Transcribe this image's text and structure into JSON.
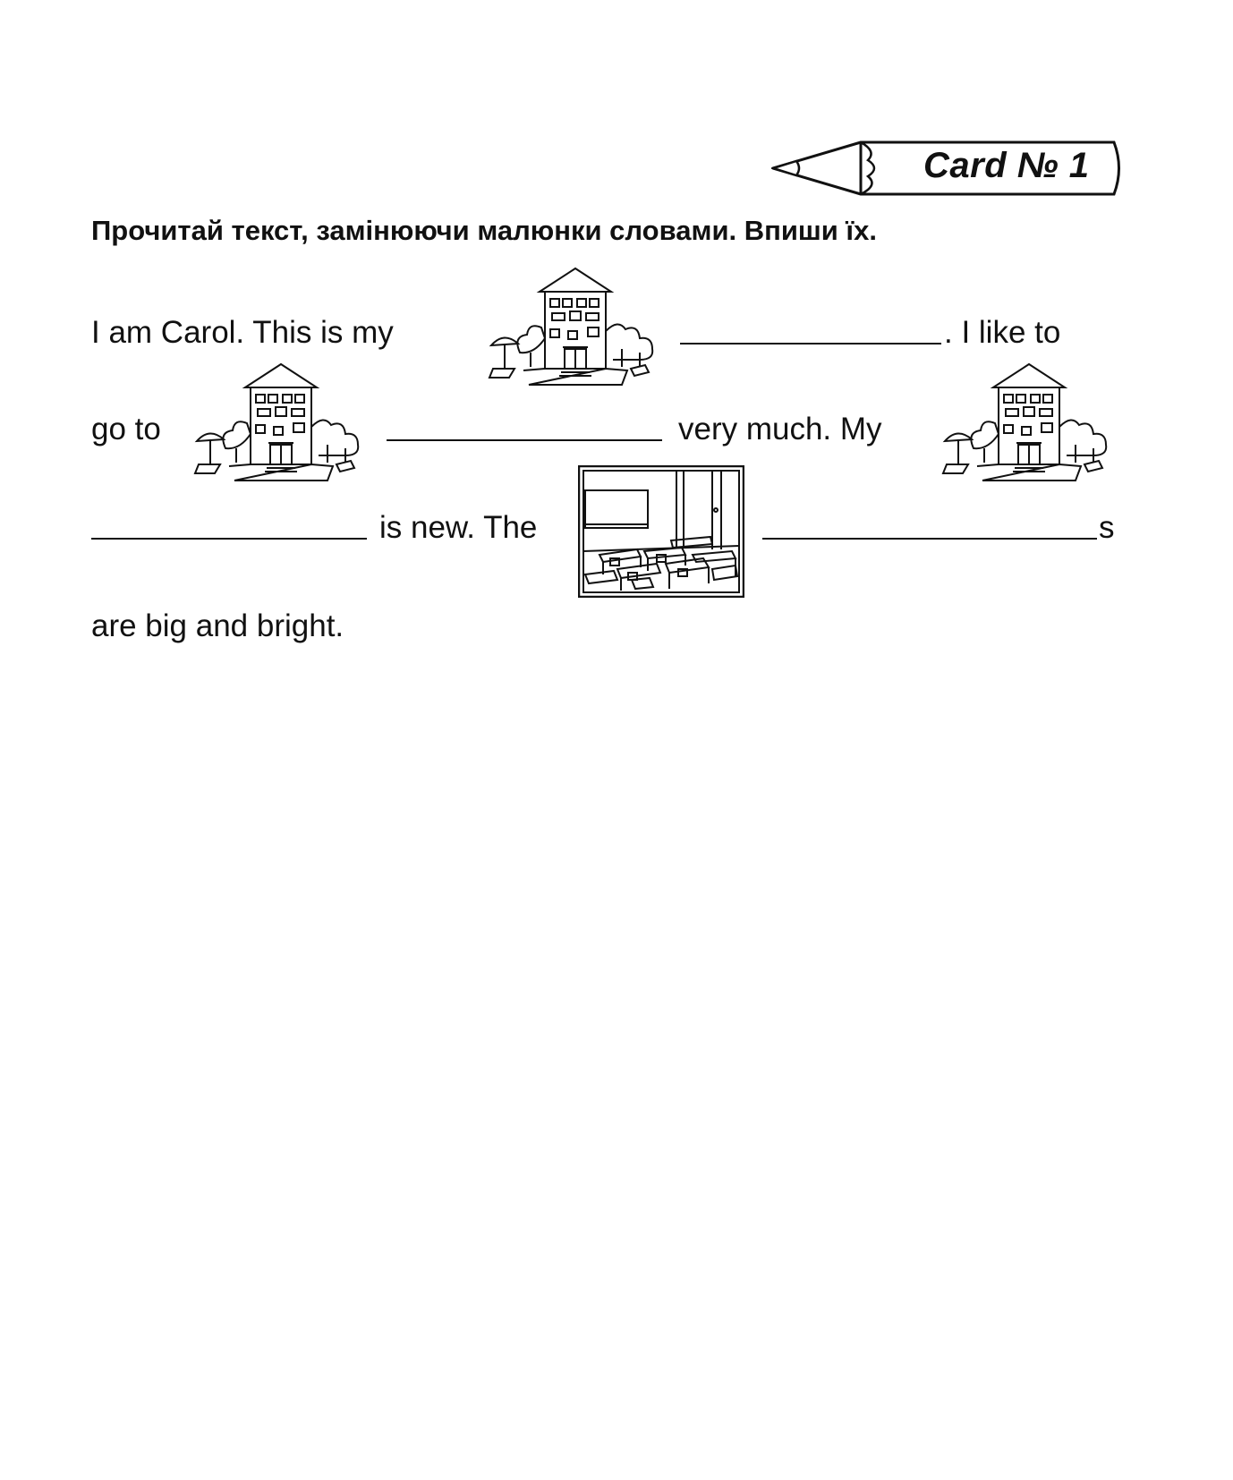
{
  "card": {
    "title": "Card № 1"
  },
  "instruction": "Прочитай текст, замінюючи малюнки словами. Впиши їх.",
  "text": {
    "l1_a": "I  am  Carol.  This  is  my",
    "l1_b": ".  I  like  to",
    "l2_a": "go  to",
    "l2_b": "very  much.  My",
    "l3_a": "is new. The",
    "l3_b": "s",
    "l4": "are big and bright."
  },
  "pictures": {
    "school": "school-building-icon",
    "classroom": "classroom-icon"
  }
}
